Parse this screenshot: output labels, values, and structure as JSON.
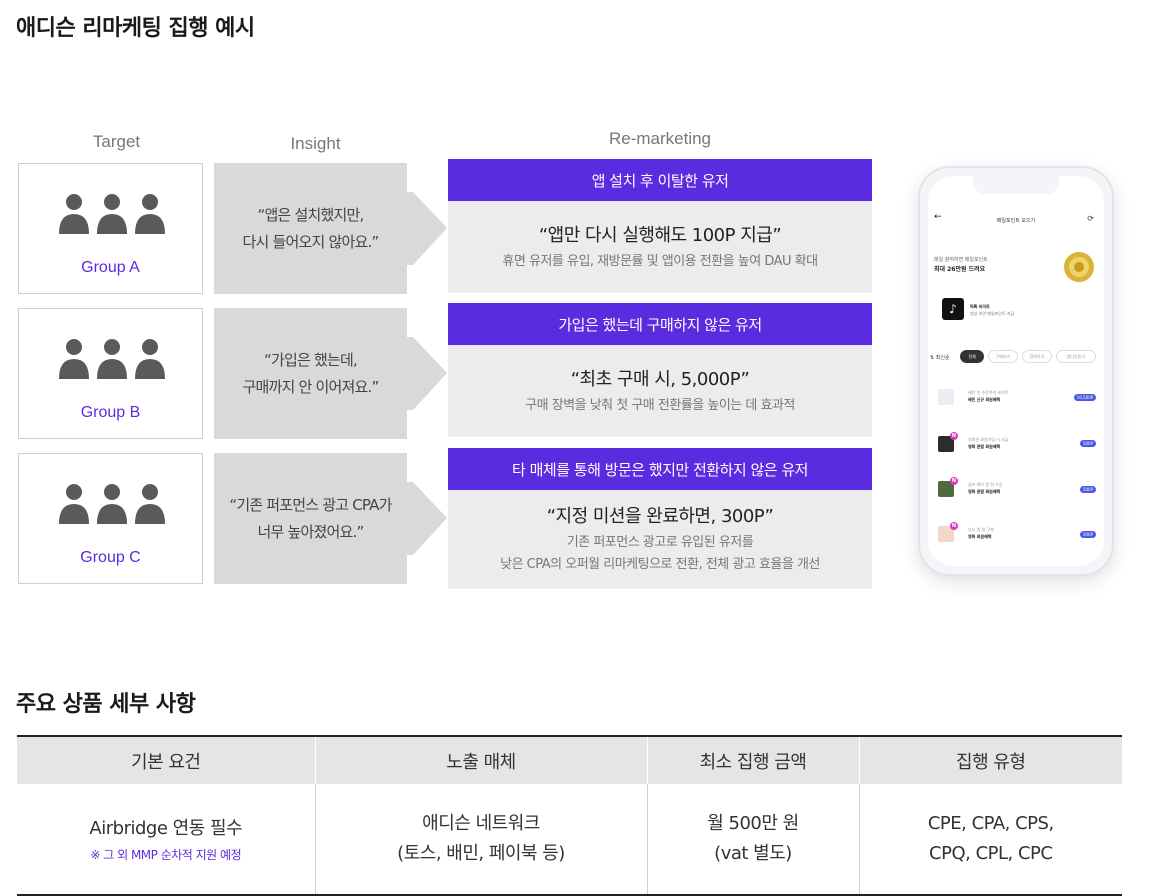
{
  "title": "애디슨 리마케팅 집행 예시",
  "columns": {
    "target": "Target",
    "insight": "Insight",
    "remarketing": "Re-marketing"
  },
  "rows": [
    {
      "group": "Group A",
      "insight": "“앱은 설치했지만,\n다시 들어오지 않아요.”",
      "headline": "앱 설치 후 이탈한 유저",
      "quote": "“앱만 다시 실행해도 100P 지급”",
      "desc": [
        "휴면 유저를 유입, 재방문률 및 앱이용 전환을 높여 DAU 확대"
      ]
    },
    {
      "group": "Group B",
      "insight": "“가입은 했는데,\n구매까지 안 이어져요.”",
      "headline": "가입은 했는데 구매하지 않은 유저",
      "quote": "“최초 구매 시, 5,000P”",
      "desc": [
        "구매 장벽을 낮춰 첫 구매 전환률을 높이는 데 효과적"
      ]
    },
    {
      "group": "Group C",
      "insight": "“기존 퍼포먼스 광고 CPA가\n너무 높아졌어요.”",
      "headline": "타 매체를 통해 방문은 했지만 전환하지 않은 유저",
      "quote": "“지정 미션을 완료하면, 300P”",
      "desc": [
        "기존 퍼포먼스 광고로 유입된 유저를",
        "낮은 CPA의 오퍼월 리마케팅으로 전환, 전체 광고 효율을 개선"
      ]
    }
  ],
  "phone": {
    "header_title": "매일포인트 모으기",
    "banner_line1": "매일 참여하면 매일포인트",
    "banner_line2": "최대 26만원 드려요",
    "sub_title": "틱톡 라이트",
    "sub_desc": "영상 보면 매일포인트 지급",
    "sort_label": "최신순",
    "chips": [
      "전체",
      "구매하기",
      "참여하기",
      "앱다운받기"
    ],
    "items": [
      {
        "line1": "배민 첫 주문하면 포인트",
        "line2": "배민 신규 회원혜택",
        "reward": "10,500P"
      },
      {
        "line1": "영화관 회원가입 시 지급",
        "line2": "영화 관람 회원혜택",
        "reward": "500P"
      },
      {
        "line1": "골프 예약 앱 첫 가입",
        "line2": "영화 관람 회원혜택",
        "reward": "500P"
      },
      {
        "line1": "뷰티 앱 첫 구매",
        "line2": "영화 회원혜택",
        "reward": "500P"
      }
    ]
  },
  "section2_title": "주요 상품 세부 사항",
  "table": {
    "headers": [
      "기본 요건",
      "노출 매체",
      "최소 집행 금액",
      "집행 유형"
    ],
    "requirement": "Airbridge 연동 필수",
    "requirement_note": "※ 그 외 MMP 순차적 지원 예정",
    "media": "애디슨 네트워크\n(토스, 배민, 페이북 등)",
    "min_budget": "월 500만 원\n(vat 별도)",
    "types": "CPE, CPA, CPS,\nCPQ, CPL, CPC"
  },
  "colors": {
    "accent": "#5b2be0",
    "insight_bg": "#d9d9d9",
    "remarketing_bg": "#ececec",
    "icon": "#5a5a5a"
  }
}
